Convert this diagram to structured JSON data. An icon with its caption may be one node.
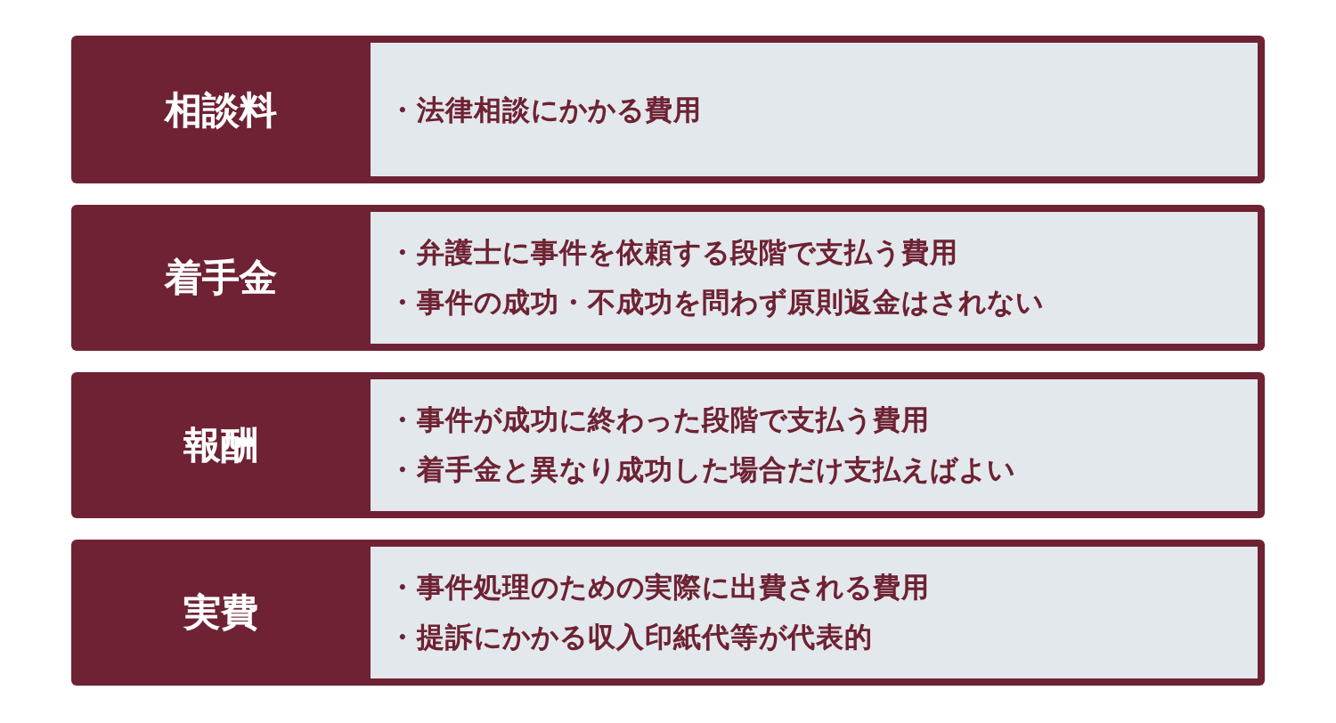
{
  "diagram": {
    "nodes": [
      {
        "text": [
          "相談料",
          "・法律相談にかかる費用"
        ]
      },
      {
        "text": [
          "着手金",
          "・弁護士に事件を依頼する段階で支払う費用",
          "・事件の成功・不成功を問わず原則返金はされない"
        ]
      },
      {
        "text": [
          "報酬",
          "・事件が成功に終わった段階で支払う費用",
          "・着手金と異なり成功した場合だけ支払えばよい"
        ]
      },
      {
        "text": [
          "実費",
          "・事件処理のための実際に出費される費用",
          "・提訴にかかる収入印紙代等が代表的"
        ]
      }
    ]
  }
}
